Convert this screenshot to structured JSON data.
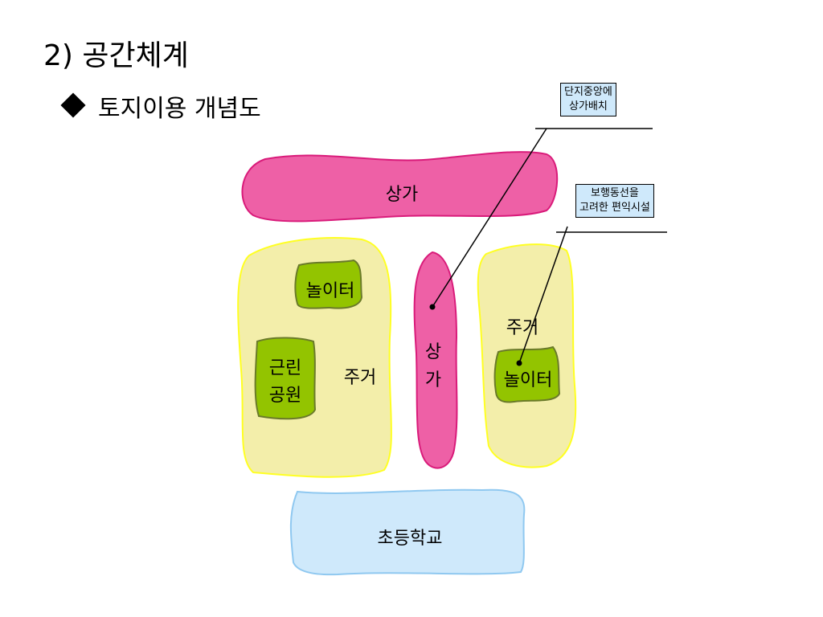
{
  "slide": {
    "title": "2) 공간체계",
    "subtitle": "토지이용 개념도"
  },
  "colors": {
    "commercial": "#ee60a6",
    "commercial_border": "#d91b7a",
    "residential": "#f3eeaa",
    "residential_border": "#ffff22",
    "park": "#93c400",
    "park_border": "#6a7a2a",
    "school": "#cfe9fb",
    "school_border": "#8fc8f0",
    "callout_bg": "#cfe9fb"
  },
  "diagram": {
    "commercial_top": "상가",
    "commercial_center_line1": "상",
    "commercial_center_line2": "가",
    "left_residential": "주거",
    "left_playground": "놀이터",
    "park_line1": "근린",
    "park_line2": "공원",
    "right_residential": "주거",
    "right_playground": "놀이터",
    "school": "초등학교"
  },
  "callouts": {
    "commercial_line1": "단지중앙에",
    "commercial_line2": "상가배치",
    "amenity_line1": "보행동선을",
    "amenity_line2": "고려한 편익시설"
  }
}
